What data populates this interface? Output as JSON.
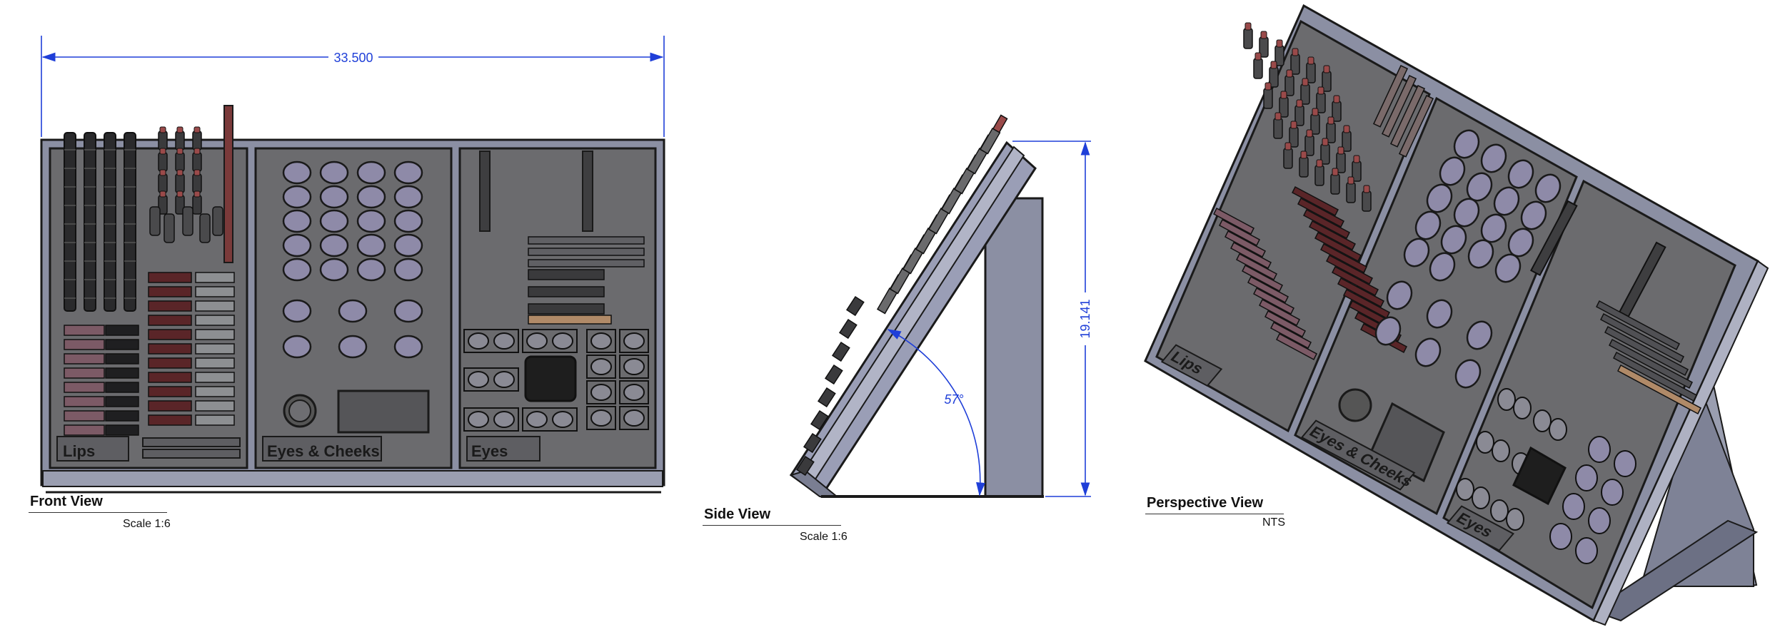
{
  "dimensions": {
    "overall_width": "33.500",
    "height": "19.141",
    "angle": "57°"
  },
  "front_view": {
    "panels": [
      {
        "label": "Lips"
      },
      {
        "label": "Eyes & Cheeks"
      },
      {
        "label": "Eyes"
      }
    ],
    "title": "Front View",
    "scale": "Scale 1:6"
  },
  "side_view": {
    "title": "Side View",
    "scale": "Scale 1:6"
  },
  "perspective_view": {
    "panels": [
      {
        "label": "Lips"
      },
      {
        "label": "Eyes & Cheeks"
      },
      {
        "label": "Eyes"
      }
    ],
    "title": "Perspective View",
    "scale": "NTS"
  },
  "colors": {
    "dimension": "#1f3fd8",
    "panel_fill": "#6b6b6e",
    "frame_fill": "#8b8fa3",
    "oval_fill": "#8e8aa8",
    "lipstick_tip": "#9a4a4a",
    "lip_swatch_dark": "#5a2528",
    "lip_swatch_mauve": "#7c5a66",
    "skin_tone": "#b08a68"
  }
}
